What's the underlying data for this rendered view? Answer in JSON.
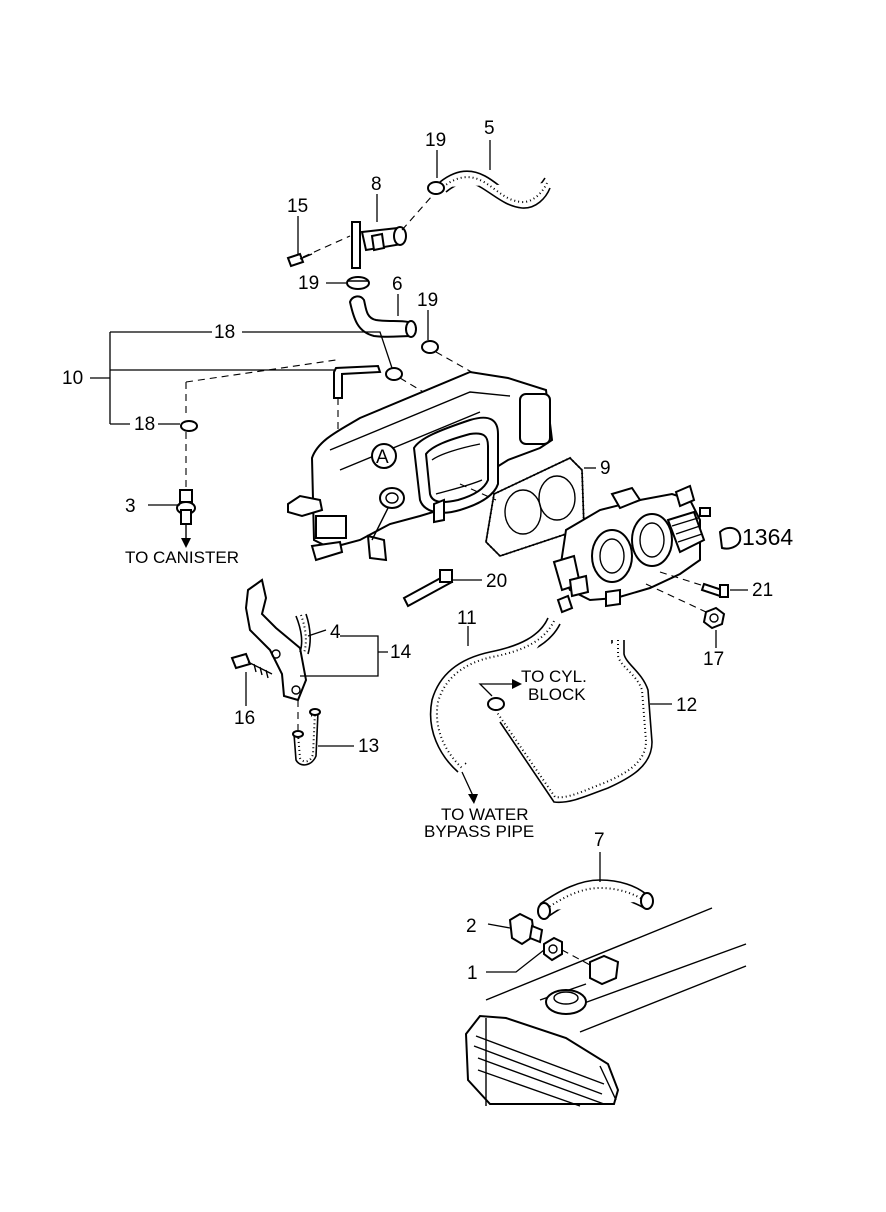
{
  "callouts": {
    "c1": "1",
    "c2": "2",
    "c3": "3",
    "c4": "4",
    "c5": "5",
    "c6": "6",
    "c7": "7",
    "c8": "8",
    "c9": "9",
    "c10": "10",
    "c11": "11",
    "c12": "12",
    "c13": "13",
    "c14": "14",
    "c15": "15",
    "c16": "16",
    "c17": "17",
    "c18a": "18",
    "c18b": "18",
    "c19a": "19",
    "c19b": "19",
    "c19c": "19",
    "c20": "20",
    "c21": "21",
    "c1364": "1364",
    "detail_a": "A"
  },
  "notes": {
    "to_canister": "TO CANISTER",
    "to_cyl_block_1": "TO CYL.",
    "to_cyl_block_2": "BLOCK",
    "to_water_1": "TO WATER",
    "to_water_2": "BYPASS PIPE"
  }
}
